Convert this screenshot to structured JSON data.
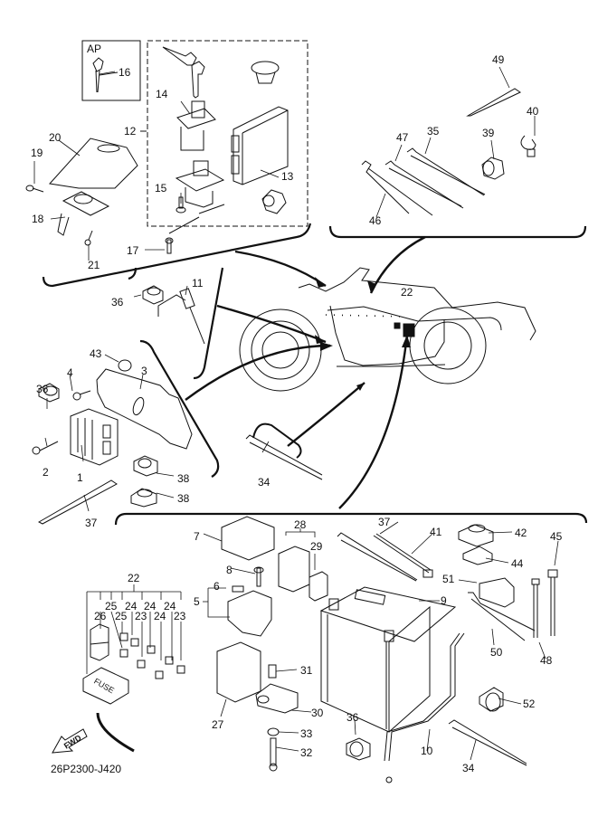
{
  "diagram": {
    "drawing_code": "26P2300-J420",
    "direction_badge": "FWD",
    "fuse_label": "FUSE",
    "accessory_box_label": "AP",
    "callouts": {
      "c1": "1",
      "c2": "2",
      "c3": "3",
      "c4": "4",
      "c5": "5",
      "c6": "6",
      "c7": "7",
      "c8": "8",
      "c9": "9",
      "c10": "10",
      "c11": "11",
      "c12": "12",
      "c13": "13",
      "c14": "14",
      "c15": "15",
      "c16": "16",
      "c17": "17",
      "c18": "18",
      "c19": "19",
      "c20": "20",
      "c21": "21",
      "c22a": "22",
      "c22b": "22",
      "c23a": "23",
      "c23b": "23",
      "c24a": "24",
      "c24b": "24",
      "c24c": "24",
      "c24d": "24",
      "c25a": "25",
      "c25b": "25",
      "c26": "26",
      "c27": "27",
      "c28": "28",
      "c29": "29",
      "c30": "30",
      "c31": "31",
      "c32": "32",
      "c33": "33",
      "c34a": "34",
      "c34b": "34",
      "c35": "35",
      "c36a": "36",
      "c36b": "36",
      "c36c": "36",
      "c37a": "37",
      "c37b": "37",
      "c38a": "38",
      "c38b": "38",
      "c39": "39",
      "c40": "40",
      "c41": "41",
      "c42": "42",
      "c43": "43",
      "c44": "44",
      "c45": "45",
      "c46": "46",
      "c47": "47",
      "c48": "48",
      "c49": "49",
      "c50": "50",
      "c51": "51",
      "c52": "52"
    }
  }
}
